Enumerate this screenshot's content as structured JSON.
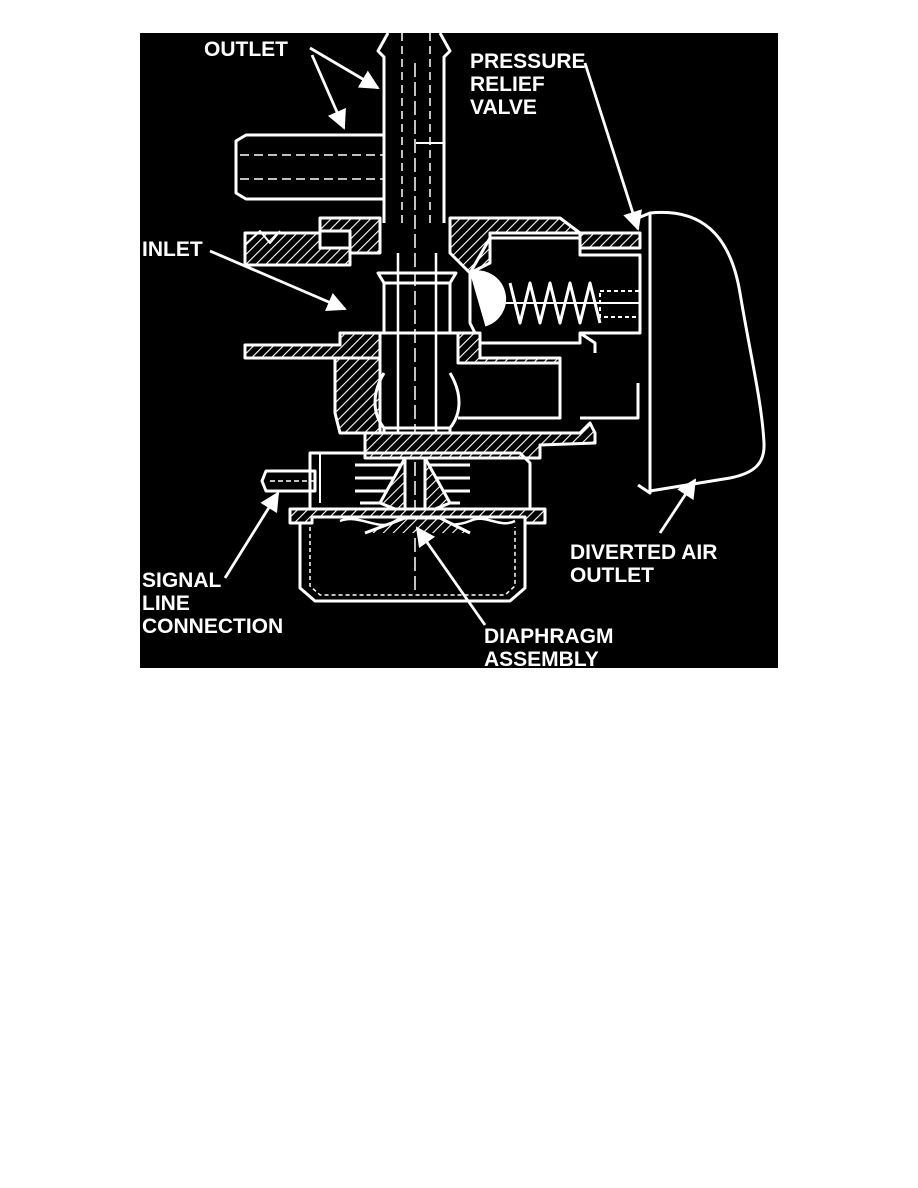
{
  "diagram": {
    "labels": {
      "outlet": "OUTLET",
      "pressure_relief_valve": [
        "PRESSURE",
        "RELIEF",
        "VALVE"
      ],
      "inlet": "INLET",
      "signal_line_connection": [
        "SIGNAL",
        "LINE",
        "CONNECTION"
      ],
      "diaphragm_assembly": [
        "DIAPHRAGM",
        "ASSEMBLY"
      ],
      "diverted_air_outlet": [
        "DIVERTED AIR",
        "OUTLET"
      ]
    }
  },
  "colors": {
    "background": "#000000",
    "line": "#ffffff",
    "page": "#ffffff"
  }
}
